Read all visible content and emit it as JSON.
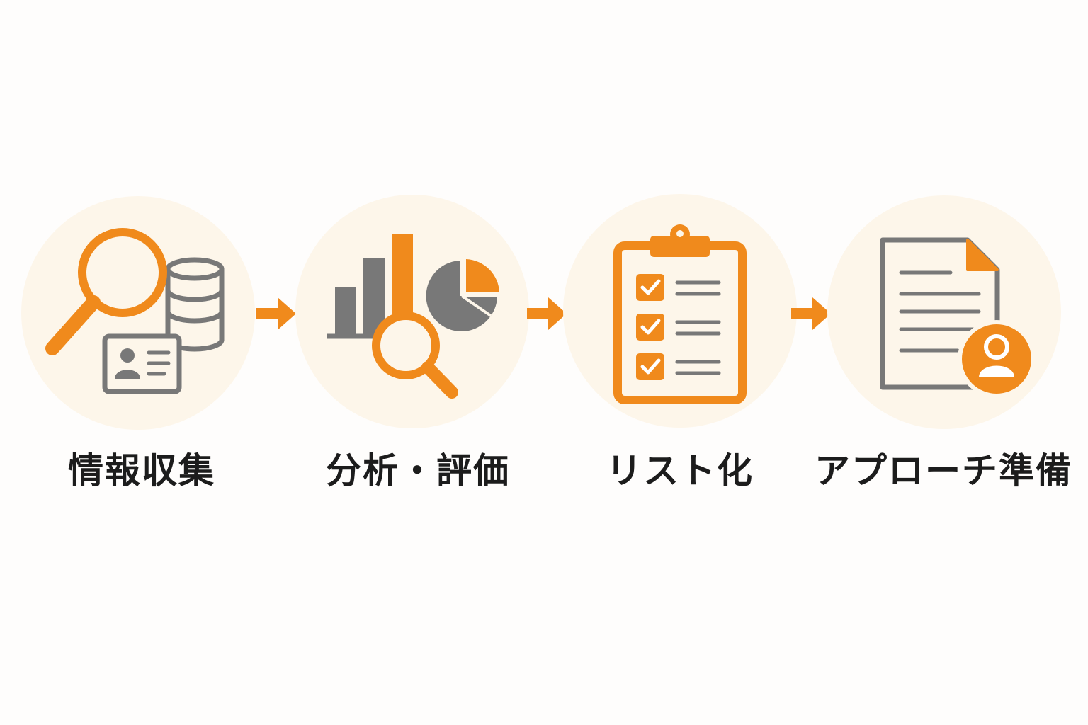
{
  "colors": {
    "accent": "#f08a1c",
    "gray": "#787878",
    "circle": "#fdf6ea",
    "text": "#1c1c1c",
    "background": "#fefdfc"
  },
  "steps": [
    {
      "label": "情報収集",
      "icon": "magnifier-database-id-card-icon"
    },
    {
      "label": "分析・評価",
      "icon": "chart-magnifier-icon"
    },
    {
      "label": "リスト化",
      "icon": "clipboard-checklist-icon"
    },
    {
      "label": "アプローチ準備",
      "icon": "document-user-icon"
    }
  ],
  "connectors": [
    "arrow-right-icon",
    "arrow-right-icon",
    "arrow-right-icon"
  ]
}
